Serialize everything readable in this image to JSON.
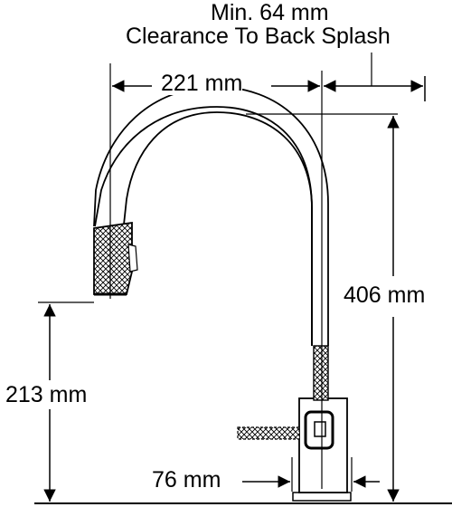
{
  "dimensions": {
    "back_splash_min": "Min. 64 mm",
    "back_splash_caption": "Clearance To Back Splash",
    "spout_reach": "221 mm",
    "faucet_height": "406 mm",
    "spout_clearance": "213 mm",
    "base_width": "76 mm"
  },
  "colors": {
    "line": "#000000",
    "background": "#ffffff"
  }
}
